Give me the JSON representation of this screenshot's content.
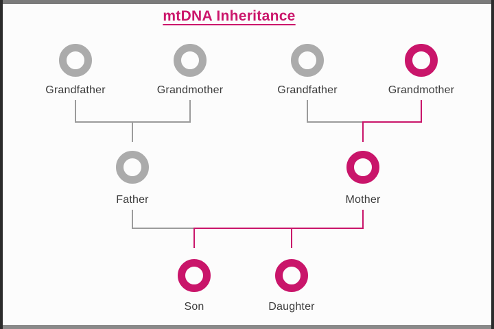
{
  "title": "mtDNA Inheritance",
  "colors": {
    "mtdna_carrier": "#c9156a",
    "non_carrier": "#ababab",
    "connector_gray": "#9b9b9b",
    "title_text": "#cb166b",
    "label_text": "#3b3b3b",
    "frame_bar": "#7b7b7b",
    "frame_edge": "#2c2c2c",
    "background": "#fcfcfc"
  },
  "people": {
    "paternal_grandfather": {
      "label": "Grandfather",
      "mtdna_carrier": false
    },
    "paternal_grandmother": {
      "label": "Grandmother",
      "mtdna_carrier": false
    },
    "maternal_grandfather": {
      "label": "Grandfather",
      "mtdna_carrier": false
    },
    "maternal_grandmother": {
      "label": "Grandmother",
      "mtdna_carrier": true
    },
    "father": {
      "label": "Father",
      "mtdna_carrier": false
    },
    "mother": {
      "label": "Mother",
      "mtdna_carrier": true
    },
    "son": {
      "label": "Son",
      "mtdna_carrier": true
    },
    "daughter": {
      "label": "Daughter",
      "mtdna_carrier": true
    }
  },
  "relationships": {
    "paternal_grandparents_child": "father",
    "maternal_grandparents_child": "mother",
    "parents_children": [
      "son",
      "daughter"
    ],
    "mtdna_path": [
      "maternal_grandmother",
      "mother",
      "son",
      "daughter"
    ]
  }
}
